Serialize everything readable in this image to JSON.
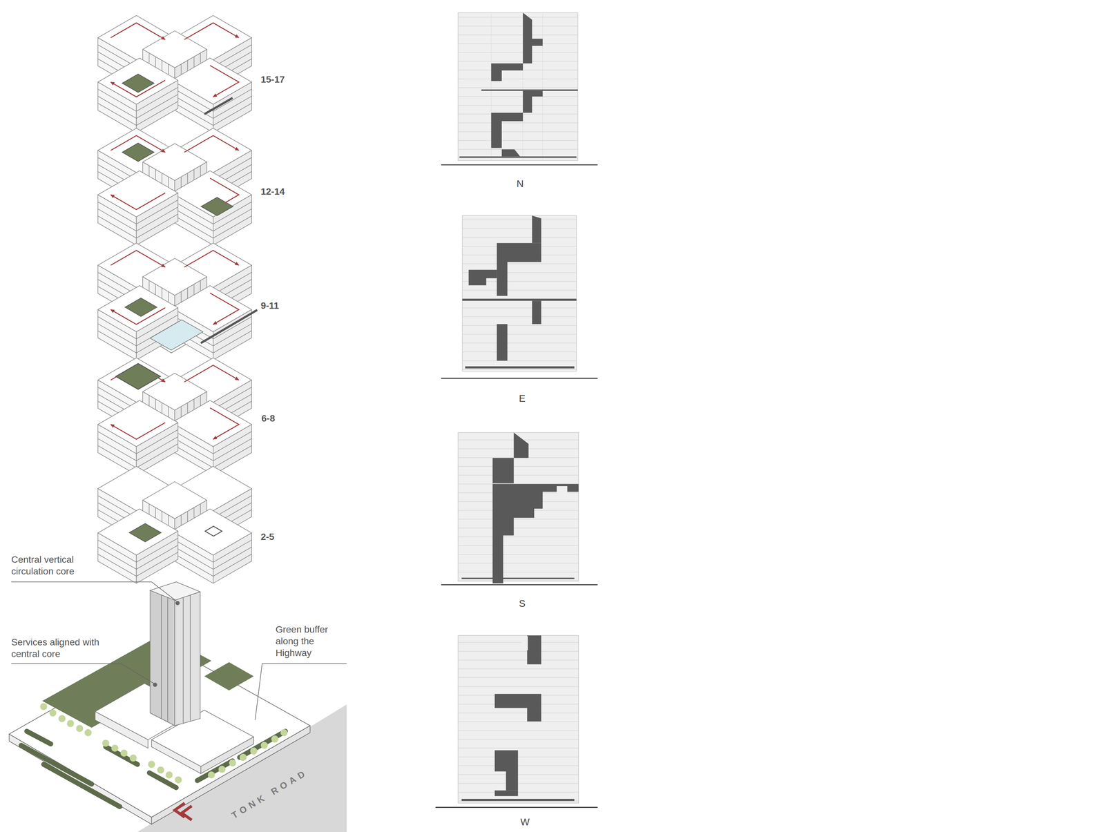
{
  "diagram": {
    "labels": [
      "15-17",
      "12-14",
      "9-11",
      "6-8",
      "2-5",
      "Central vertical circulation core",
      "Services aligned with central core",
      "Green buffer along the Highway",
      "TONK ROAD",
      "N",
      "E",
      "S",
      "W"
    ]
  }
}
